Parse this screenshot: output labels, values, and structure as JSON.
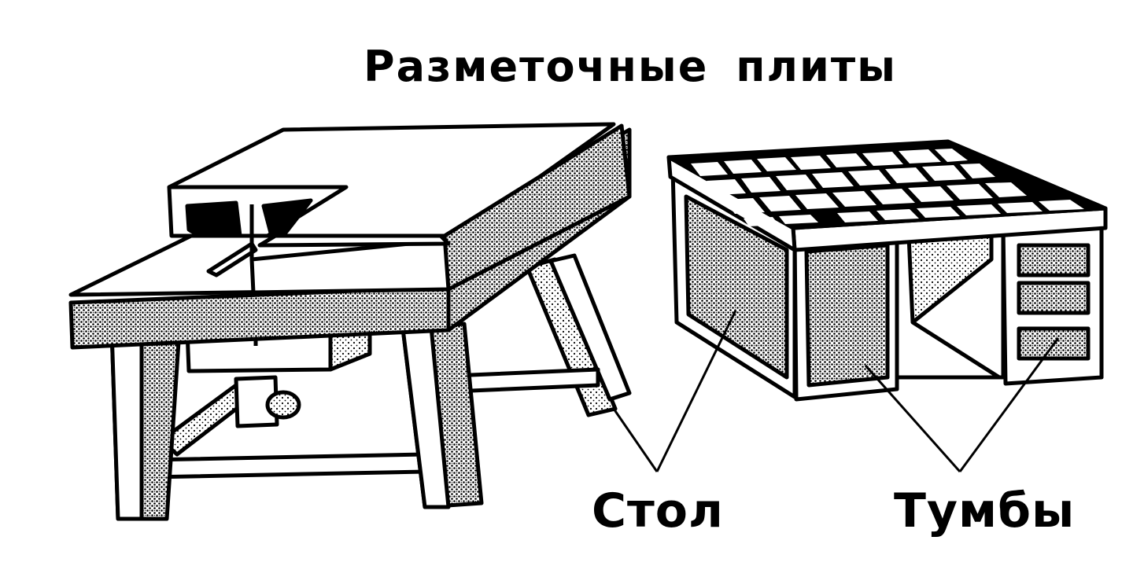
{
  "title": "Разметочные плиты",
  "labels": {
    "table": "Стол",
    "stands": "Тумбы"
  },
  "colors": {
    "ink": "#000000",
    "paper": "#ffffff",
    "shade": "#7a7a7a"
  }
}
